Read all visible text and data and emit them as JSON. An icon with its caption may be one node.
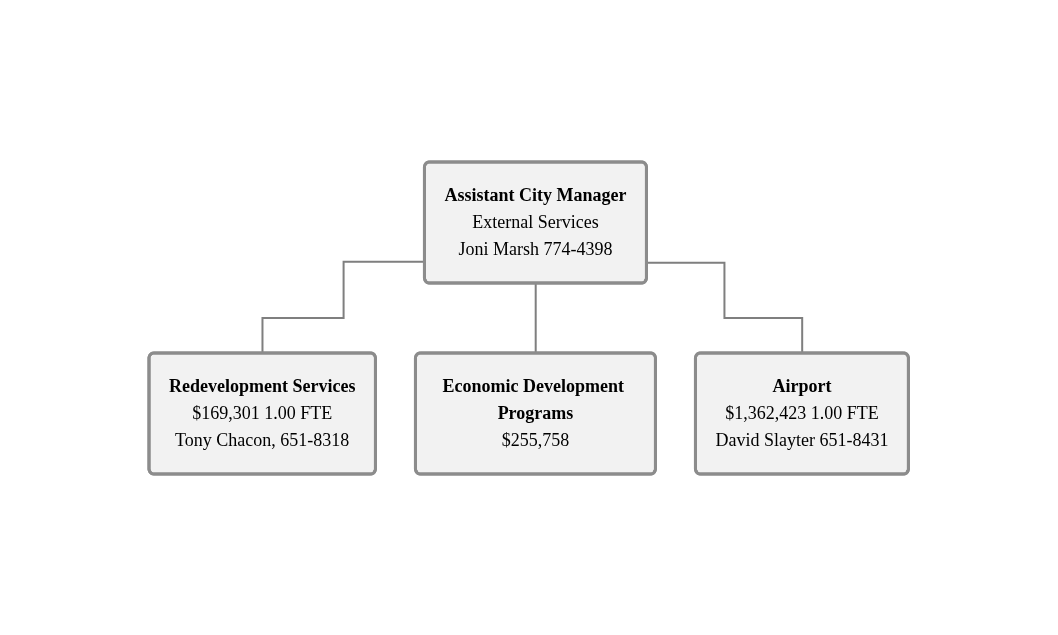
{
  "diagram": {
    "nodes": [
      {
        "text": [
          "Assistant City Manager",
          "External Services",
          "Joni Marsh 774-4398"
        ]
      },
      {
        "text": [
          "Redevelopment Services",
          "$169,301 1.00 FTE",
          "Tony Chacon, 651-8318"
        ]
      },
      {
        "text": [
          "Economic Development Programs",
          "$255,758"
        ]
      },
      {
        "text": [
          "Airport",
          "$1,362,423 1.00 FTE",
          "David Slayter 651-8431"
        ]
      }
    ],
    "edges": [
      {
        "from": 0,
        "to": 1,
        "arrow": "none"
      },
      {
        "from": 0,
        "to": 2,
        "arrow": "none"
      },
      {
        "from": 0,
        "to": 3,
        "arrow": "none"
      }
    ]
  }
}
